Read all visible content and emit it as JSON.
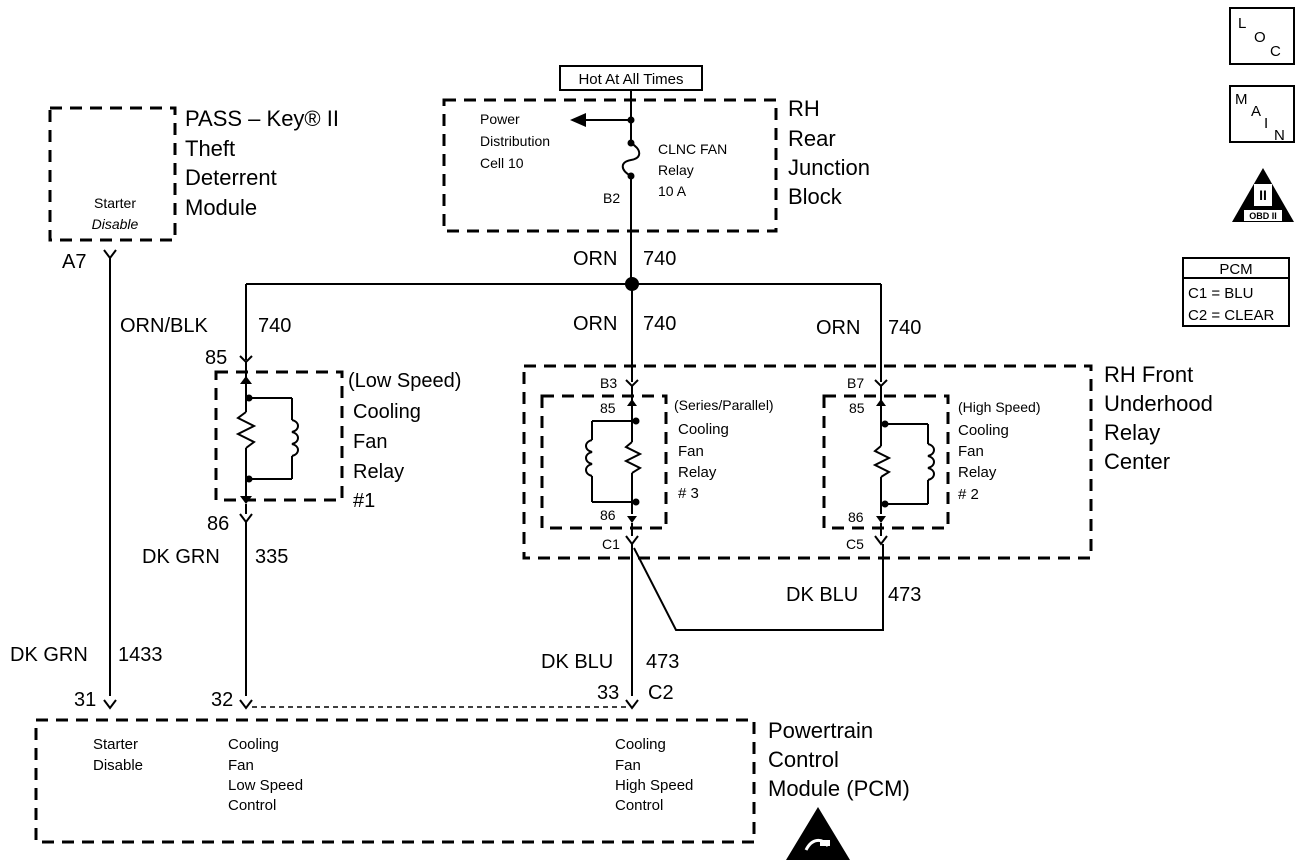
{
  "power": {
    "hot_label": "Hot At All Times"
  },
  "rear_junction_block": {
    "name_lines": [
      "RH",
      "Rear",
      "Junction",
      "Block"
    ],
    "power_dist_lines": [
      "Power",
      "Distribution",
      "Cell 10"
    ],
    "fuse_lines": [
      "CLNC FAN",
      "Relay",
      "10 A"
    ],
    "terminal": "B2"
  },
  "pass_key_module": {
    "name_lines": [
      "PASS – Key® II",
      "Theft",
      "Deterrent",
      "Module"
    ],
    "inner_lines": [
      "Starter",
      "Disable"
    ],
    "terminal": "A7"
  },
  "wires": {
    "main_feed": {
      "color": "ORN",
      "circuit": "740"
    },
    "relay1_feed": {
      "color": "ORN/BLK",
      "circuit": "740"
    },
    "relay3_feed": {
      "color": "ORN",
      "circuit": "740"
    },
    "relay2_feed": {
      "color": "ORN",
      "circuit": "740"
    },
    "relay1_out": {
      "color": "DK GRN",
      "circuit": "335"
    },
    "starter": {
      "color": "DK GRN",
      "circuit": "1433"
    },
    "relay2_out": {
      "color": "DK BLU",
      "circuit": "473"
    },
    "high_speed": {
      "color": "DK BLU",
      "circuit": "473"
    }
  },
  "relay1": {
    "lines": [
      "(Low Speed)",
      "Cooling",
      "Fan",
      "Relay",
      "#1"
    ],
    "pin_top": "85",
    "pin_bottom": "86"
  },
  "front_relay_center": {
    "name_lines": [
      "RH Front",
      "Underhood",
      "Relay",
      "Center"
    ],
    "terminals": {
      "b3": "B3",
      "b7": "B7",
      "c1": "C1",
      "c5": "C5"
    }
  },
  "relay3": {
    "lines": [
      "(Series/Parallel)",
      "Cooling",
      "Fan",
      "Relay",
      "# 3"
    ],
    "pin_top": "85",
    "pin_bottom": "86"
  },
  "relay2": {
    "lines": [
      "(High Speed)",
      "Cooling",
      "Fan",
      "Relay",
      "# 2"
    ],
    "pin_top": "85",
    "pin_bottom": "86"
  },
  "pcm": {
    "name_lines": [
      "Powertrain",
      "Control",
      "Module (PCM)"
    ],
    "pins": {
      "starter": "31",
      "low": "32",
      "high": "33",
      "connector": "C2"
    },
    "starter_lines": [
      "Starter",
      "Disable"
    ],
    "low_lines": [
      "Cooling",
      "Fan",
      "Low Speed",
      "Control"
    ],
    "high_lines": [
      "Cooling",
      "Fan",
      "High Speed",
      "Control"
    ]
  },
  "legend": {
    "loc_letters": [
      "L",
      "O",
      "C"
    ],
    "main_letters": [
      "M",
      "A",
      "I",
      "N"
    ],
    "obd_label": "OBD II",
    "obd_mark": "II",
    "pcm_title": "PCM",
    "pcm_c1": "C1 = BLU",
    "pcm_c2": "C2 = CLEAR"
  }
}
